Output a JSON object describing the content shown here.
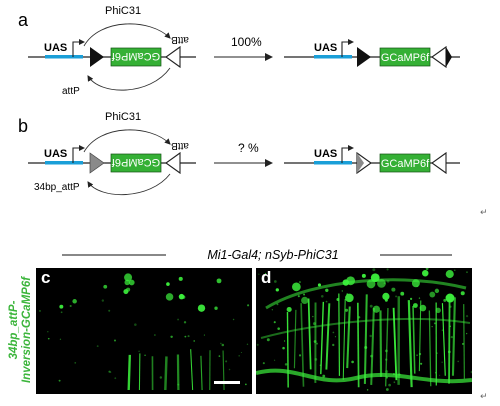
{
  "panels": {
    "a": {
      "letter": "a",
      "enzyme": "PhiC31",
      "promoter": "UAS",
      "reporter_flipped": "GCaMP6f",
      "site_left": "attP",
      "site_right": "attB",
      "efficiency": "100%",
      "reporter_product": "GCaMP6f"
    },
    "b": {
      "letter": "b",
      "enzyme": "PhiC31",
      "promoter": "UAS",
      "reporter_flipped": "GCaMP6f",
      "site_left": "34bp_attP",
      "site_right": "attB",
      "efficiency": "? %",
      "reporter_product": "GCaMP6f"
    },
    "genotype": "Mi1-Gal4; nSyb-PhiC31",
    "side_label_line1": "34bp_attP-",
    "side_label_line2": "Inversion-GCaMP6f",
    "c": {
      "letter": "c"
    },
    "d": {
      "letter": "d"
    }
  },
  "colors": {
    "gcamp_box": "#35b035",
    "uas_bar": "#1a9fd8",
    "fluor": "#3cf03c",
    "side_label": "#3bb53b"
  }
}
